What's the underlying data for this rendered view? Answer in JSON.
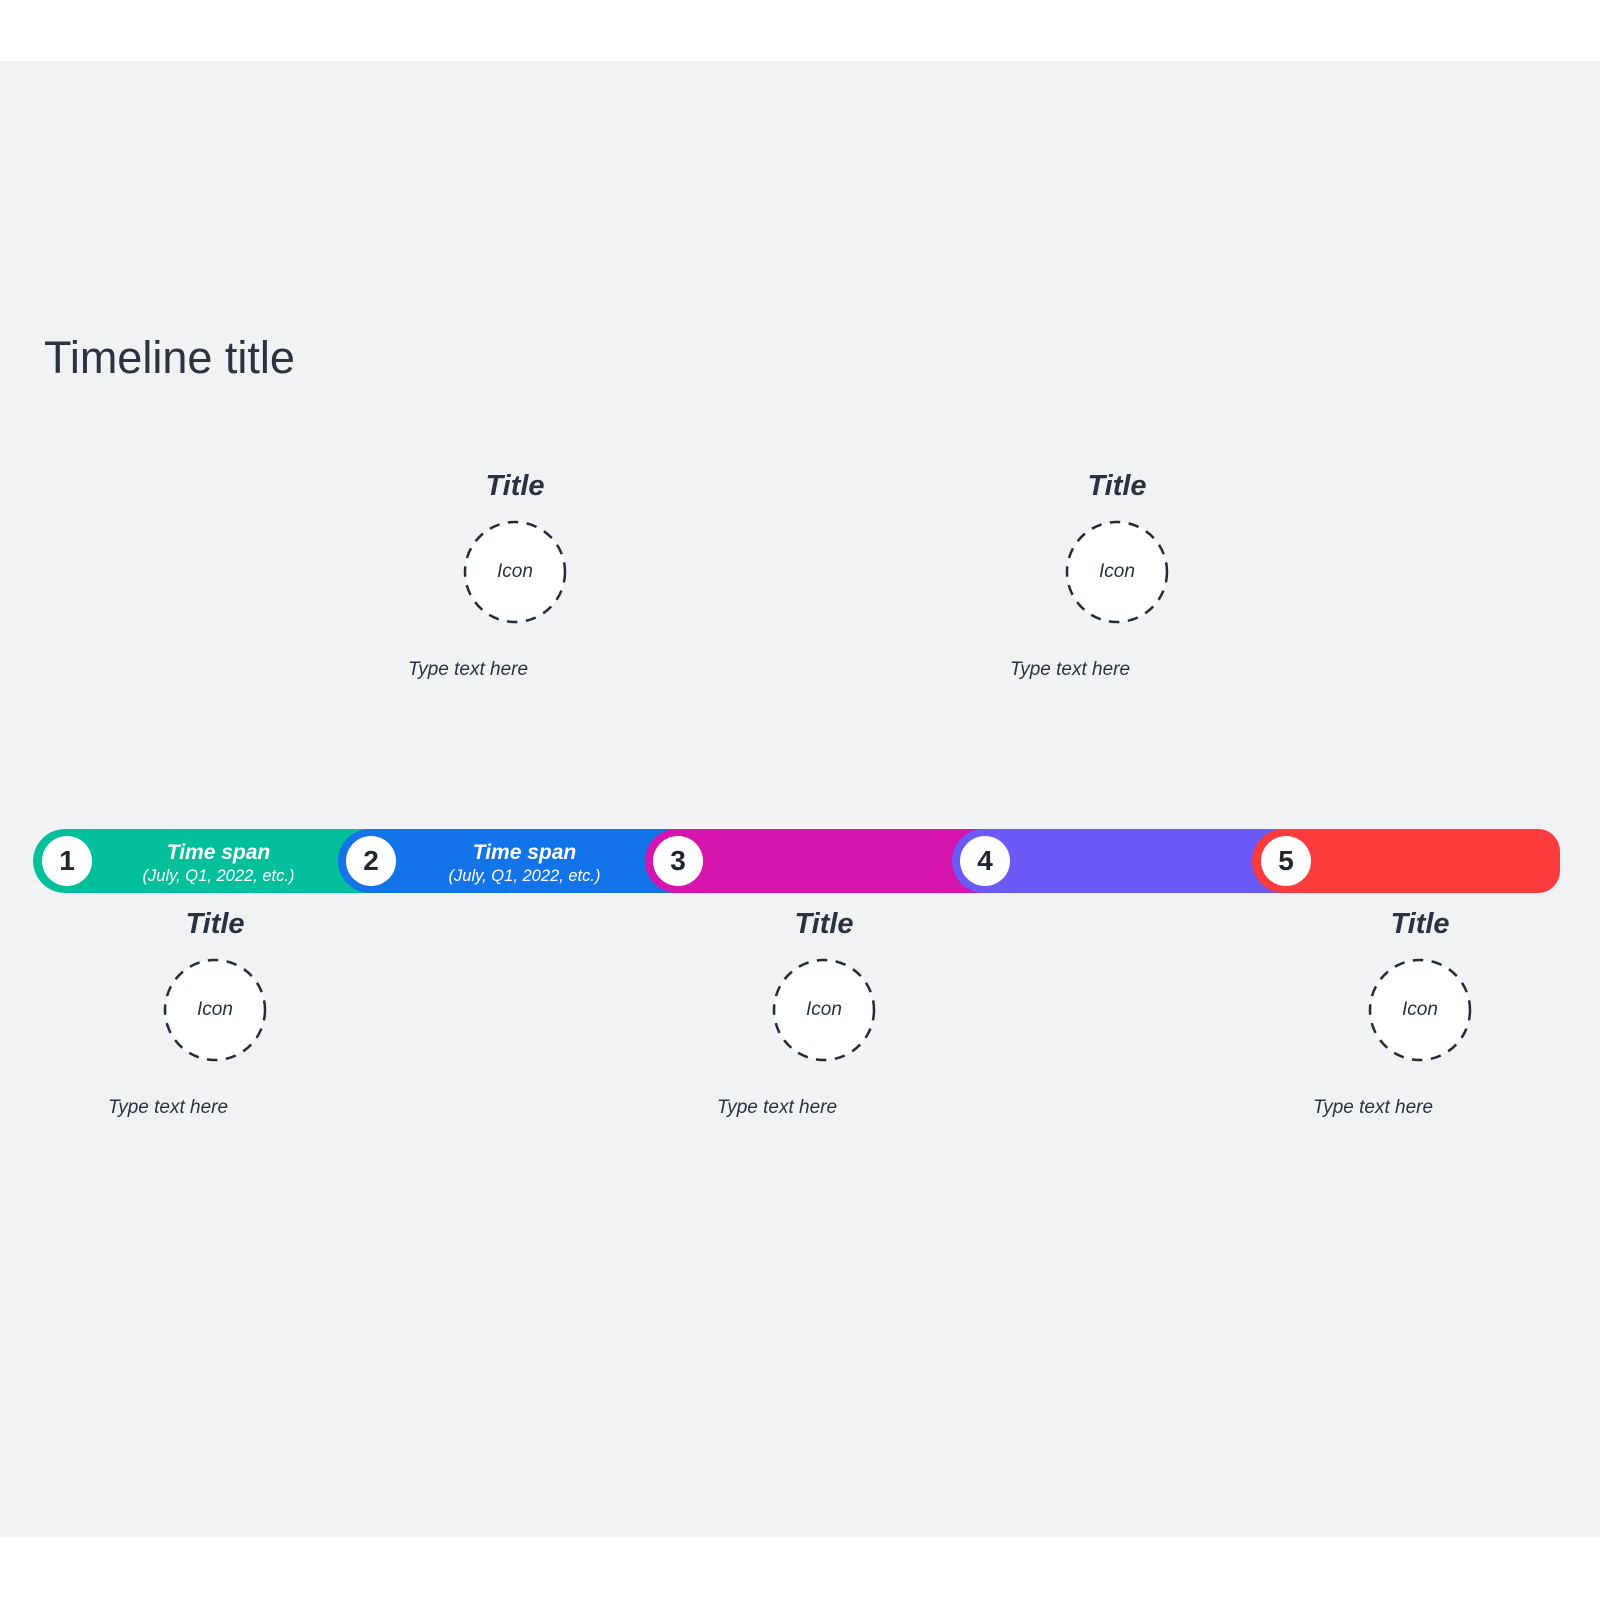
{
  "page": {
    "title": "Timeline title",
    "background_color": "#f1f2f4",
    "margin_color": "#ffffff"
  },
  "timeline": {
    "segments": [
      {
        "number": "1",
        "color": "#04BF9C",
        "label": "Time span",
        "sublabel": "(July, Q1, 2022, etc.)"
      },
      {
        "number": "2",
        "color": "#1373E9",
        "label": "Time span",
        "sublabel": "(July, Q1, 2022, etc.)"
      },
      {
        "number": "3",
        "color": "#D614AE"
      },
      {
        "number": "4",
        "color": "#6B59F8"
      },
      {
        "number": "5",
        "color": "#FC3C3C"
      }
    ]
  },
  "milestones": {
    "top": [
      {
        "title": "Title",
        "icon_label": "Icon",
        "text": "Type text here"
      },
      {
        "title": "Title",
        "icon_label": "Icon",
        "text": "Type text here"
      }
    ],
    "bottom": [
      {
        "title": "Title",
        "icon_label": "Icon",
        "text": "Type text here"
      },
      {
        "title": "Title",
        "icon_label": "Icon",
        "text": "Type text here"
      },
      {
        "title": "Title",
        "icon_label": "Icon",
        "text": "Type text here"
      }
    ]
  }
}
